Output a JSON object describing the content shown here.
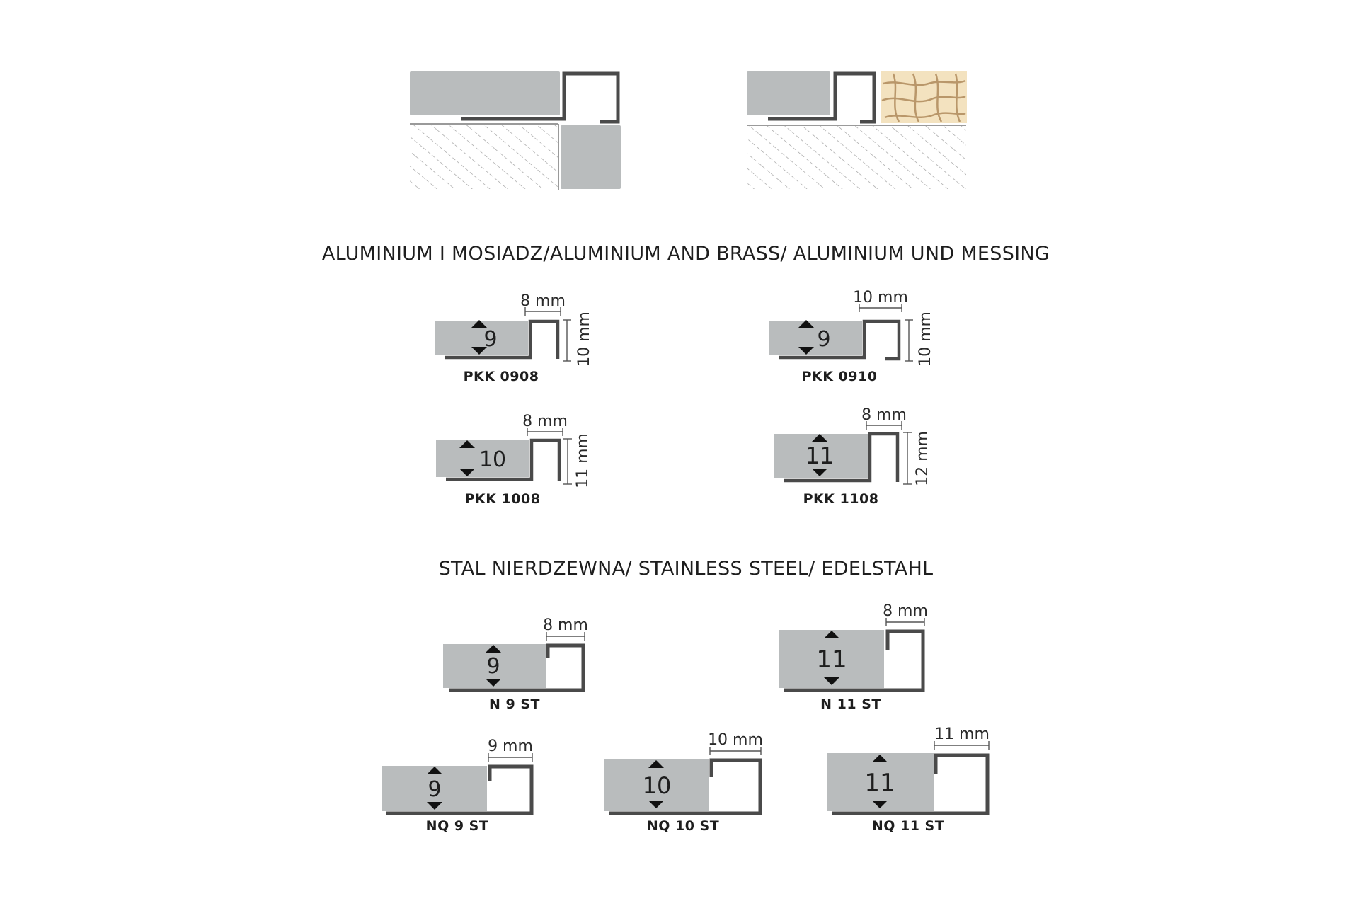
{
  "headings": {
    "aluminium": "ALUMINIUM I MOSIADZ/ALUMINIUM AND BRASS/ ALUMINIUM UND MESSING",
    "stainless": "STAL NIERDZEWNA/ STAINLESS STEEL/ EDELSTAHL"
  },
  "aluminium_profiles": [
    {
      "code": "PKK 0908",
      "size": "9",
      "width_label": "8 mm",
      "height_label": "10 mm"
    },
    {
      "code": "PKK 0910",
      "size": "9",
      "width_label": "10 mm",
      "height_label": "10 mm"
    },
    {
      "code": "PKK 1008",
      "size": "10",
      "width_label": "8 mm",
      "height_label": "11 mm"
    },
    {
      "code": "PKK 1108",
      "size": "11",
      "width_label": "8 mm",
      "height_label": "12 mm"
    }
  ],
  "steel_profiles": [
    {
      "code": "N 9 ST",
      "size": "9",
      "width_label": "8 mm"
    },
    {
      "code": "N 11 ST",
      "size": "11",
      "width_label": "8 mm"
    },
    {
      "code": "NQ 9 ST",
      "size": "9",
      "width_label": "9 mm"
    },
    {
      "code": "NQ 10 ST",
      "size": "10",
      "width_label": "10 mm"
    },
    {
      "code": "NQ 11 ST",
      "size": "11",
      "width_label": "11 mm"
    }
  ],
  "colors": {
    "tile": "#b9bcbd",
    "profile": "#4a4a4a",
    "hatch": "#9a9a9a",
    "wood": "#f3e2bf",
    "wood_grain": "#b08a5c",
    "text": "#1e1e1e"
  }
}
